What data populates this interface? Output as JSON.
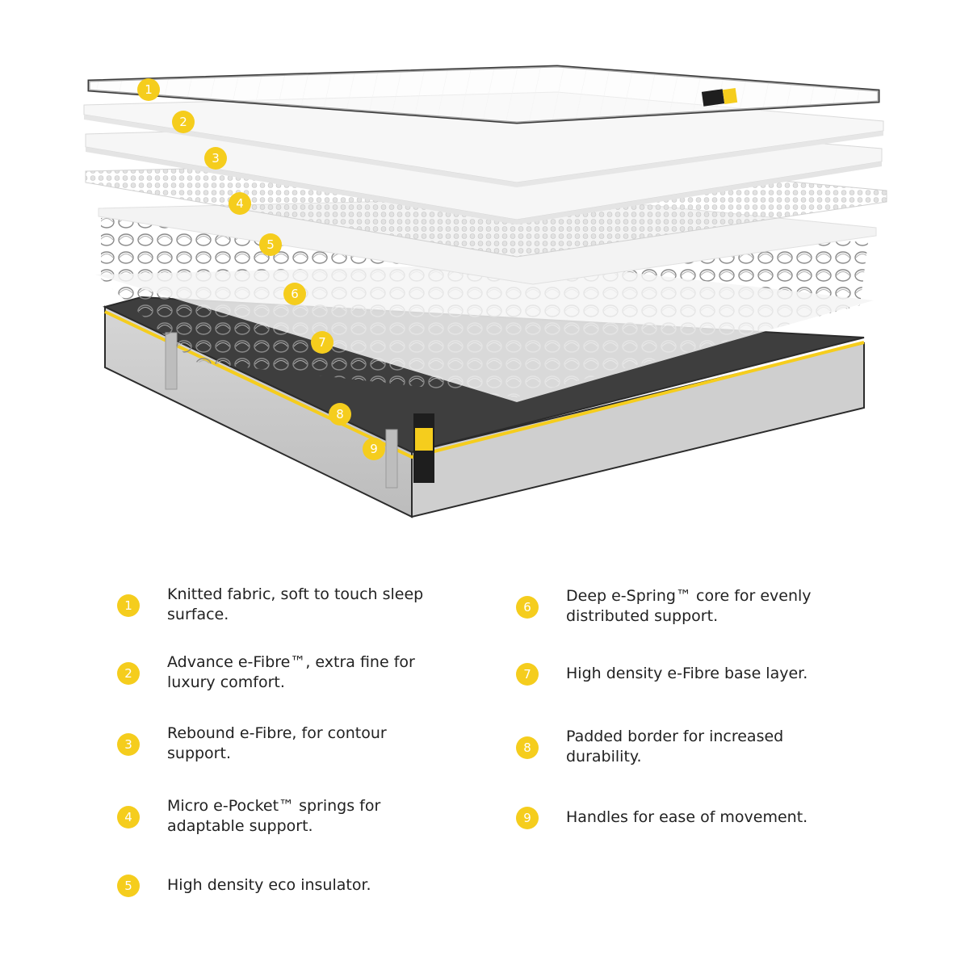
{
  "accent_color": "#f5cd1d",
  "label_color": "#ffffff",
  "text_color": "#222222",
  "markers": [
    "1",
    "2",
    "3",
    "4",
    "5",
    "6",
    "7",
    "8",
    "9"
  ],
  "legend": [
    {
      "number": "1",
      "text": "Knitted fabric, soft to touch sleep\nsurface."
    },
    {
      "number": "2",
      "text": "Advance e-Fibre™, extra fine for\nluxury comfort."
    },
    {
      "number": "3",
      "text": "Rebound e-Fibre, for contour\nsupport."
    },
    {
      "number": "4",
      "text": "Micro e-Pocket™ springs for\nadaptable support."
    },
    {
      "number": "5",
      "text": "High density eco insulator."
    },
    {
      "number": "6",
      "text": "Deep e-Spring™ core for evenly\ndistributed support."
    },
    {
      "number": "7",
      "text": "High density e-Fibre base layer."
    },
    {
      "number": "8",
      "text": "Padded border for increased\ndurability."
    },
    {
      "number": "9",
      "text": "Handles for ease of movement."
    }
  ]
}
